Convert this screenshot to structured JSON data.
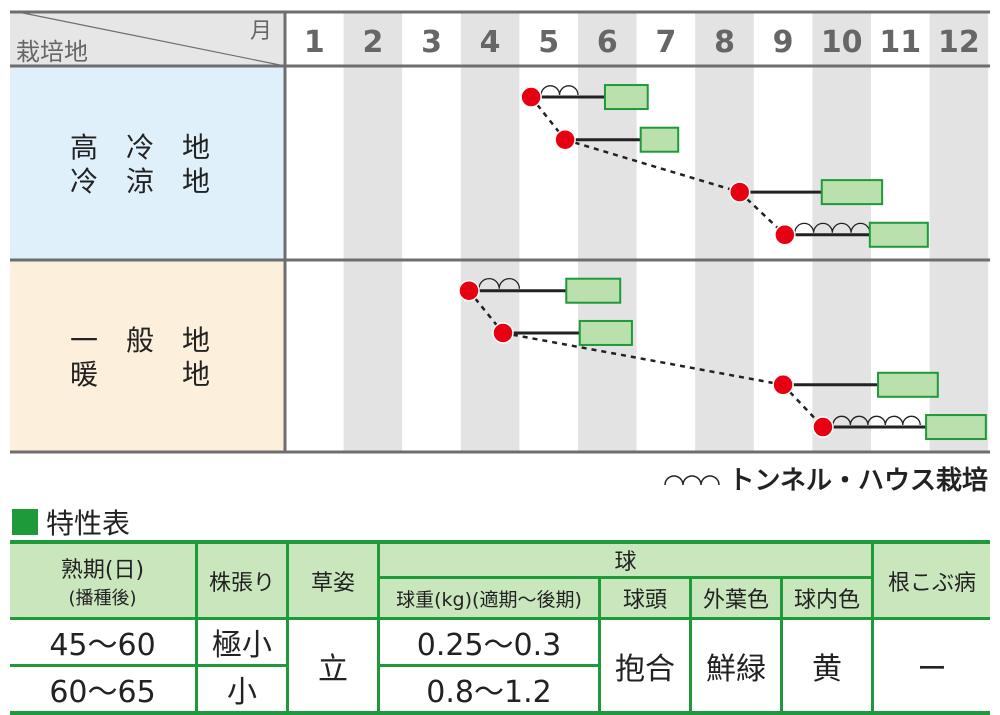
{
  "calendar": {
    "corner_top": "月",
    "corner_bottom": "栽培地",
    "months": [
      "1",
      "2",
      "3",
      "4",
      "5",
      "6",
      "7",
      "8",
      "9",
      "10",
      "11",
      "12"
    ],
    "regions": [
      {
        "name_lines": [
          "高　冷　地",
          "冷　涼　地"
        ],
        "color": "#dff0fa",
        "schedules": [
          {
            "sow": 5.2,
            "tunnel_end": 6.0,
            "tunnel_arcs": 2,
            "harvest_start": 6.46,
            "harvest_end": 7.19
          },
          {
            "sow": 5.78,
            "harvest_start": 7.07,
            "harvest_end": 7.71
          },
          {
            "sow": 8.76,
            "harvest_start": 10.16,
            "harvest_end": 11.19
          },
          {
            "sow": 9.53,
            "tunnel_end": 10.98,
            "tunnel_arcs": 4,
            "harvest_start": 10.98,
            "harvest_end": 11.97
          }
        ]
      },
      {
        "name_lines": [
          "一　般　地",
          "暖　　　地"
        ],
        "color": "#fcefdc",
        "schedules": [
          {
            "sow": 4.14,
            "tunnel_end": 5.0,
            "tunnel_arcs": 2,
            "harvest_start": 5.8,
            "harvest_end": 6.72
          },
          {
            "sow": 4.72,
            "harvest_start": 6.03,
            "harvest_end": 6.92
          },
          {
            "sow": 9.5,
            "harvest_start": 11.12,
            "harvest_end": 12.14
          },
          {
            "sow": 10.18,
            "tunnel_end": 11.84,
            "tunnel_arcs": 5,
            "harvest_start": 11.94,
            "harvest_end": 12.96
          }
        ]
      }
    ],
    "colors": {
      "sow": "#e60012",
      "harvest_fill": "#b9e0ad",
      "harvest_stroke": "#1e9a3a",
      "stripe": "#e3e3e4",
      "grid": "#6e6e6e"
    }
  },
  "legend": {
    "label": "トンネル・ハウス栽培"
  },
  "traits": {
    "title": "特性表",
    "headers": {
      "maturity": "熟期(日)",
      "maturity_sub": "(播種後)",
      "spread": "株張り",
      "habit": "草姿",
      "ball": "球",
      "weight": "球重(kg)(適期～後期)",
      "head": "球頭",
      "outer_color": "外葉色",
      "inner_color": "球内色",
      "clubroot": "根こぶ病"
    },
    "rows": [
      {
        "maturity": "45～60",
        "spread": "極小",
        "weight": "0.25～0.3"
      },
      {
        "maturity": "60～65",
        "spread": "小",
        "weight": "0.8～1.2"
      }
    ],
    "habit": "立",
    "head": "抱合",
    "outer_color": "鮮緑",
    "inner_color": "黄",
    "clubroot": "ー"
  }
}
